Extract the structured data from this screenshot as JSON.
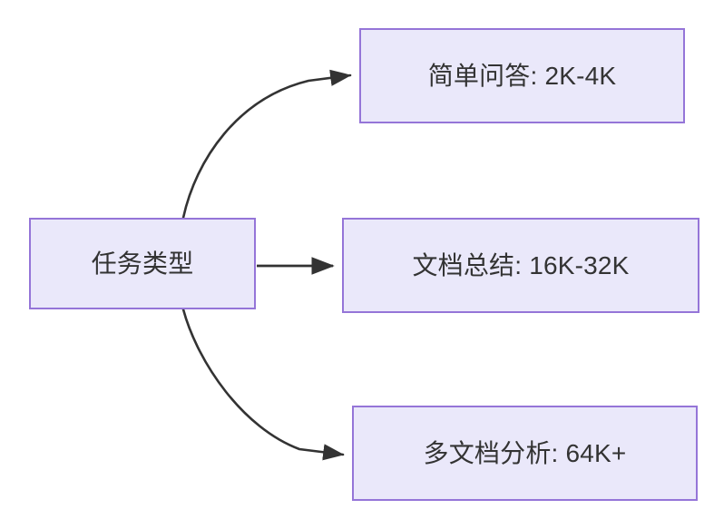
{
  "diagram": {
    "type": "flowchart",
    "direction": "left-to-right",
    "background_color": "#ffffff",
    "node_fill_color": "#eae8fa",
    "node_border_color": "#9575d8",
    "node_text_color": "#333333",
    "edge_color": "#333333",
    "root": {
      "id": "root",
      "label": "任务类型"
    },
    "branches": [
      {
        "id": "simple-qa",
        "label": "简单问答: 2K-4K",
        "task": "简单问答",
        "context_range": "2K-4K"
      },
      {
        "id": "doc-summary",
        "label": "文档总结: 16K-32K",
        "task": "文档总结",
        "context_range": "16K-32K"
      },
      {
        "id": "multi-doc",
        "label": "多文档分析: 64K+",
        "task": "多文档分析",
        "context_range": "64K+"
      }
    ],
    "edges": [
      {
        "id": "edge-root-simple-qa",
        "from": "任务类型",
        "to": "简单问答: 2K-4K",
        "style": "curved-arrow"
      },
      {
        "id": "edge-root-doc-summary",
        "from": "任务类型",
        "to": "文档总结: 16K-32K",
        "style": "straight-arrow"
      },
      {
        "id": "edge-root-multi-doc",
        "from": "任务类型",
        "to": "多文档分析: 64K+",
        "style": "curved-arrow"
      }
    ]
  }
}
